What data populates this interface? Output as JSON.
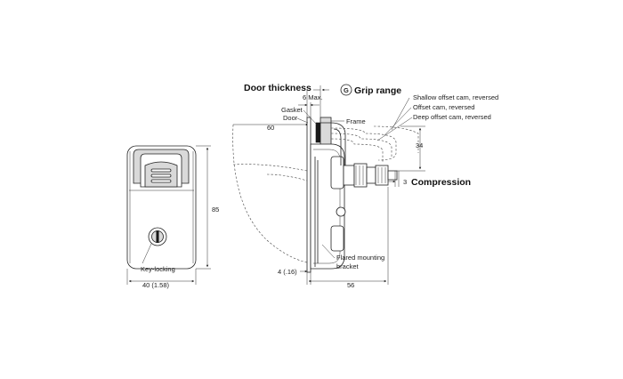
{
  "front_view": {
    "height_dim": "85",
    "width_dim": "40 (1.58)",
    "key_label": "Key-locking"
  },
  "side_view": {
    "door_thickness": "Door thickness",
    "six_max": "6 Max.",
    "grip_badge": "G",
    "grip_range": "Grip range",
    "gasket": "Gasket",
    "door": "Door",
    "frame": "Frame",
    "sixty": "60",
    "cam_shallow": "Shallow offset cam, reversed",
    "cam_offset": "Offset cam, reversed",
    "cam_deep": "Deep offset cam, reversed",
    "thirty_four": "34",
    "three": "3",
    "compression": "Compression",
    "bracket_line1": "Flared mounting",
    "bracket_line2": "bracket",
    "four": "4 (.16)",
    "fifty_six": "56"
  }
}
